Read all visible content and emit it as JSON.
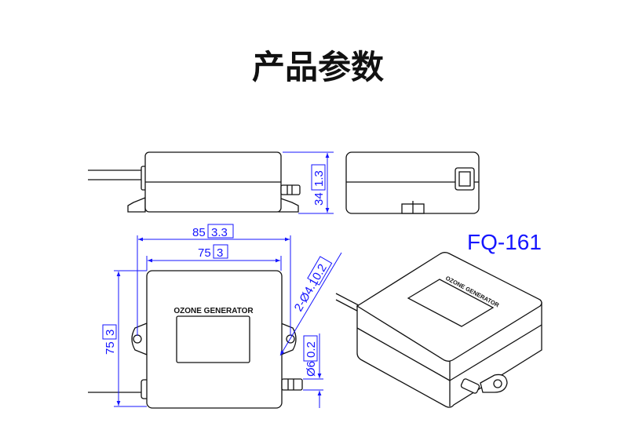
{
  "title": "产品参数",
  "model": "FQ-161",
  "colors": {
    "dimension": "#1515ff",
    "outline": "#111111"
  },
  "product_label": "OZONE GENERATOR",
  "dimensions": {
    "overall_width": {
      "value": "85",
      "inch": "3.3"
    },
    "body_width": {
      "value": "75",
      "inch": "3"
    },
    "body_depth": {
      "value": "75",
      "inch": "3"
    },
    "height": {
      "value": "34",
      "inch": "1.3"
    },
    "mount_holes": {
      "value": "2-Ø4.1",
      "inch": "0.2"
    },
    "nozzle": {
      "value": "Ø6",
      "inch": "0.2"
    }
  }
}
